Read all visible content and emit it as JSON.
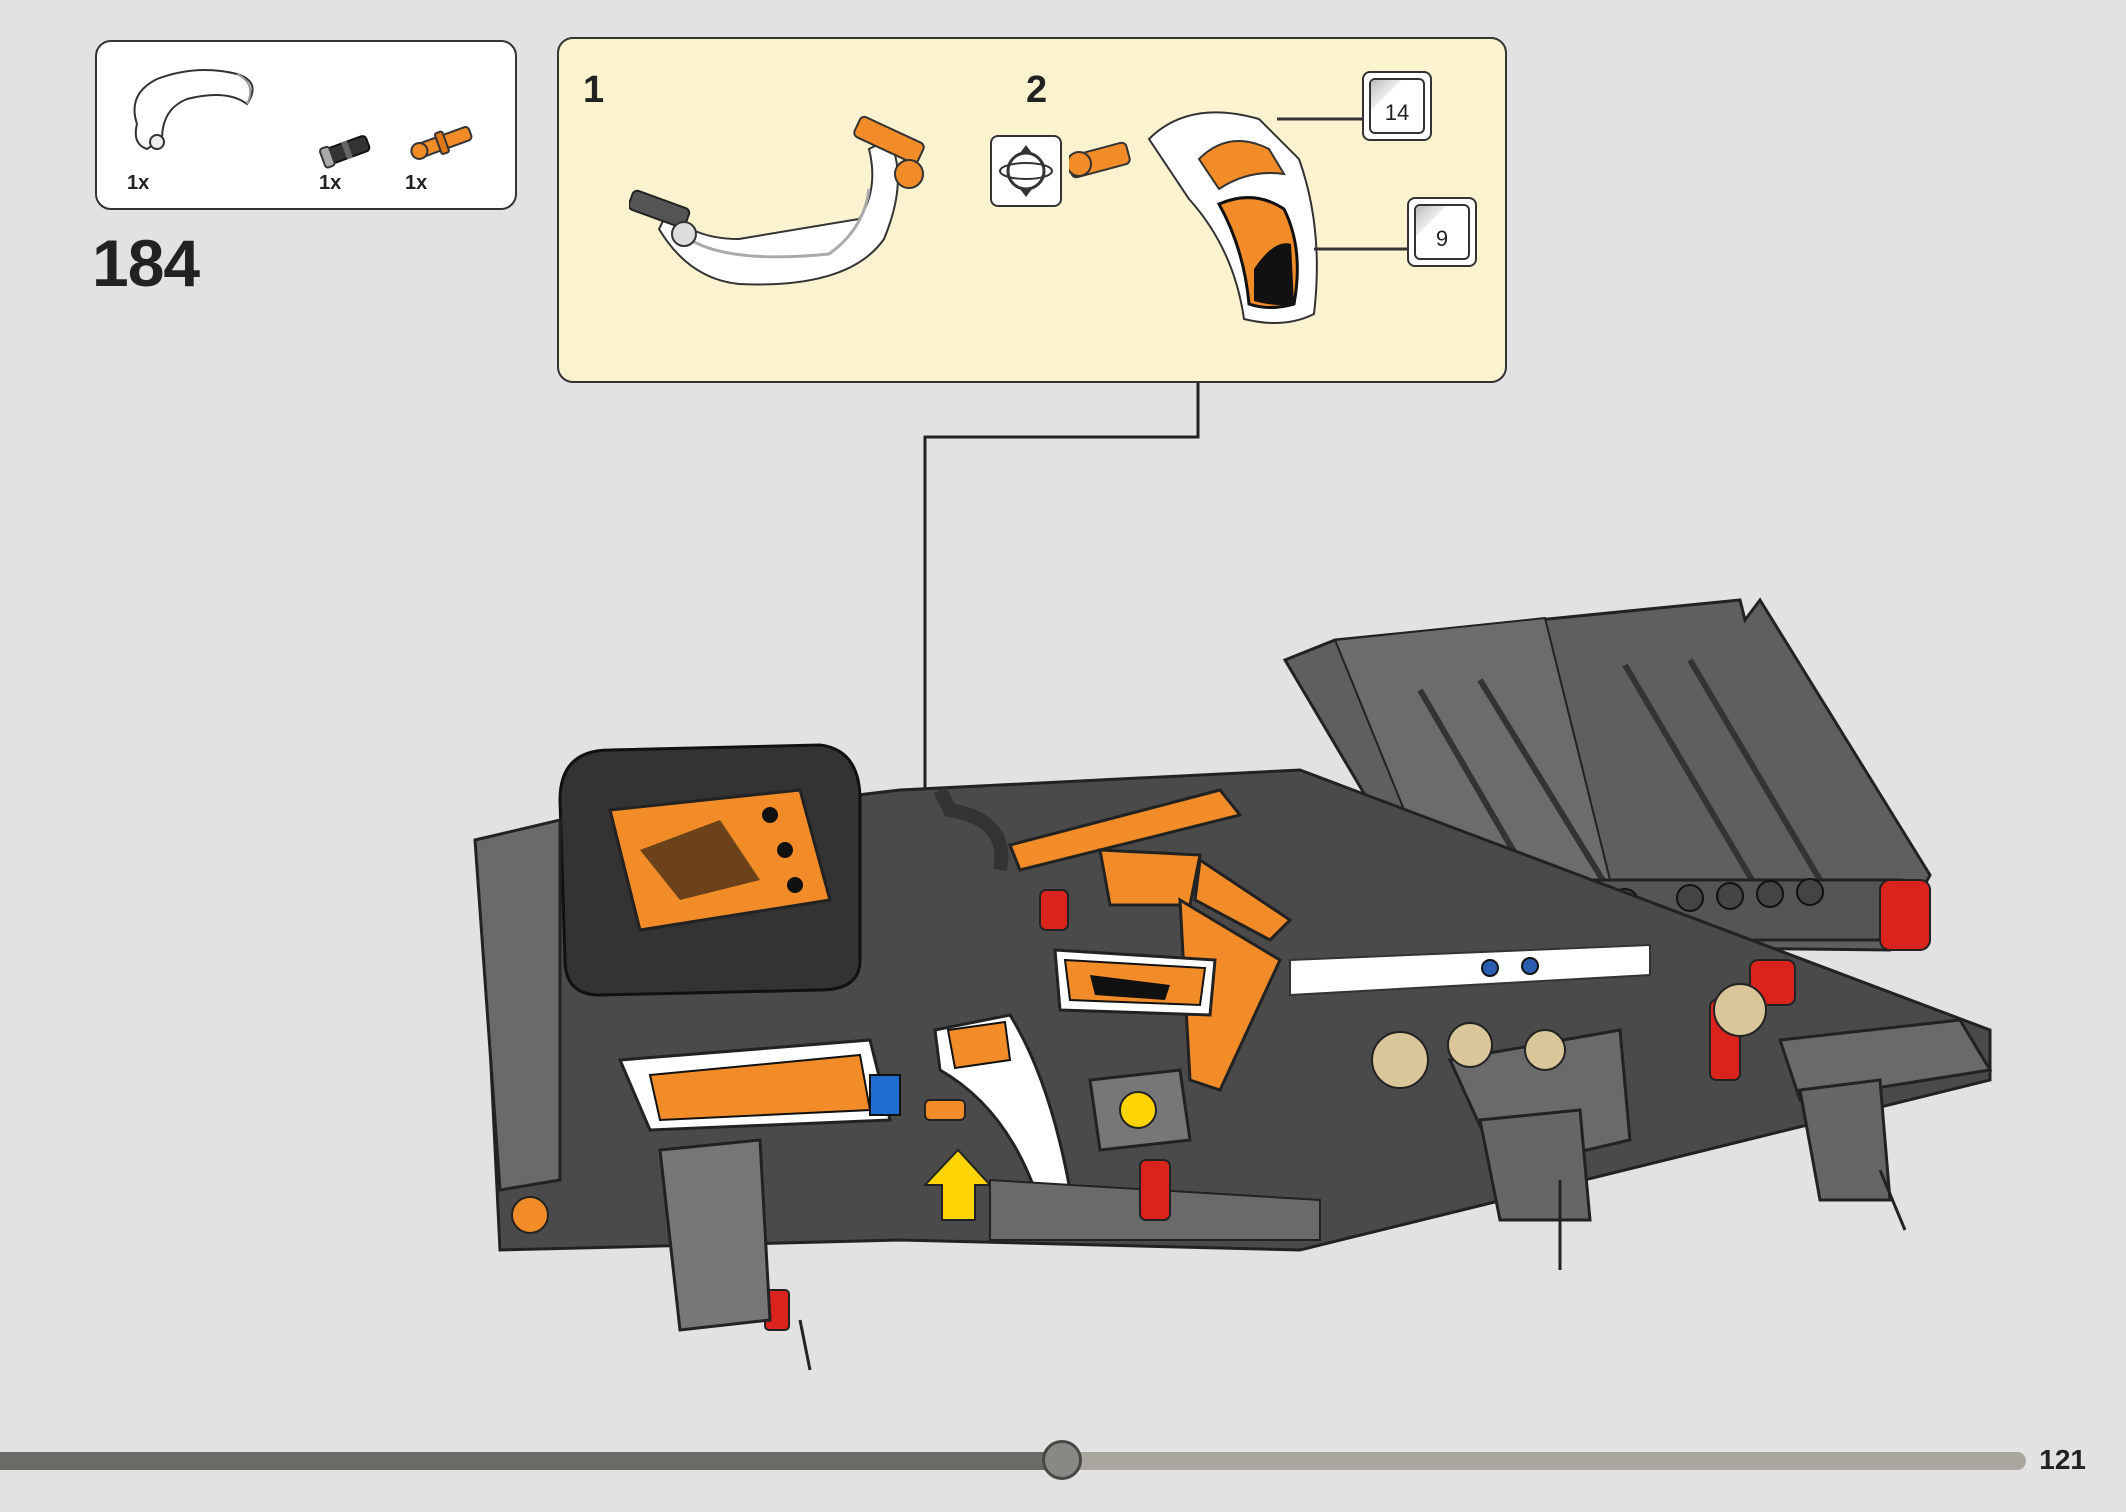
{
  "parts_list": {
    "items": [
      {
        "name": "white-curved-panel",
        "qty": "1x"
      },
      {
        "name": "black-axle-connector",
        "qty": "1x"
      },
      {
        "name": "orange-pin",
        "qty": "1x"
      }
    ]
  },
  "step": {
    "number": "184"
  },
  "sub_assembly": {
    "steps": [
      {
        "number": "1"
      },
      {
        "number": "2"
      }
    ],
    "stickers": [
      {
        "number": "14"
      },
      {
        "number": "9"
      }
    ]
  },
  "progress": {
    "fraction": 0.524
  },
  "footer": {
    "page_number": "121"
  },
  "colors": {
    "background": "#e2e2e2",
    "callout_bg": "#fbf3cf",
    "lego_orange": "#f28c28",
    "lego_dark_gray": "#5f5f5f",
    "lego_red": "#d9231c",
    "lego_yellow": "#ffd400"
  }
}
